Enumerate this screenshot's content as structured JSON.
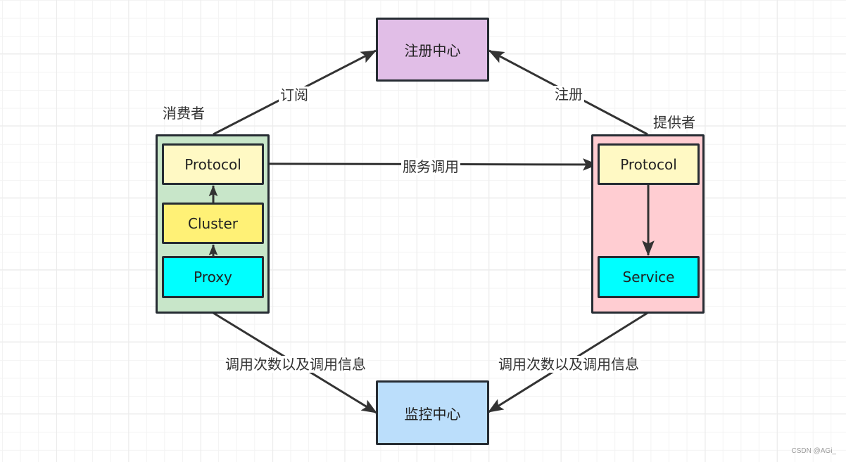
{
  "nodes": {
    "registry": {
      "label": "注册中心",
      "fill": "#e1bee7"
    },
    "monitor": {
      "label": "监控中心",
      "fill": "#bbdefb"
    },
    "consumer": {
      "title": "消费者",
      "fill": "#c8e6c9",
      "protocol": {
        "label": "Protocol",
        "fill": "#fff9c4"
      },
      "cluster": {
        "label": "Cluster",
        "fill": "#fff176"
      },
      "proxy": {
        "label": "Proxy",
        "fill": "#00ffff"
      }
    },
    "provider": {
      "title": "提供者",
      "fill": "#ffcdd2",
      "protocol": {
        "label": "Protocol",
        "fill": "#fff9c4"
      },
      "service": {
        "label": "Service",
        "fill": "#00ffff"
      }
    }
  },
  "edges": {
    "subscribe": "订阅",
    "register": "注册",
    "invoke": "服务调用",
    "consumer_report": "调用次数以及调用信息",
    "provider_report": "调用次数以及调用信息"
  },
  "colors": {
    "edge": "#333333",
    "border": "#262c33"
  },
  "watermark": "CSDN @AGi_"
}
